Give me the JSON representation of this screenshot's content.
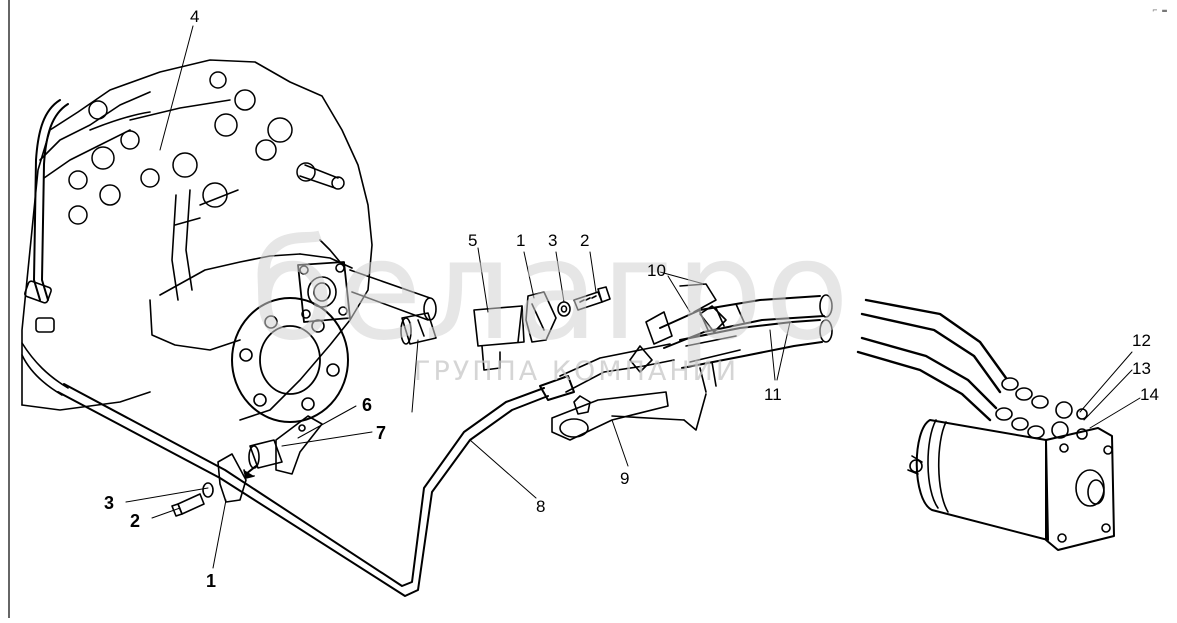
{
  "watermark": {
    "brand": "белагро",
    "subtitle": "ГРУППА КОМПАНИИ"
  },
  "corner_mark": "⌐ ▬",
  "callouts": [
    {
      "id": "4-top",
      "text": "4"
    },
    {
      "id": "5",
      "text": "5"
    },
    {
      "id": "1-mid",
      "text": "1"
    },
    {
      "id": "3-mid",
      "text": "3"
    },
    {
      "id": "2-mid",
      "text": "2"
    },
    {
      "id": "10",
      "text": "10"
    },
    {
      "id": "11",
      "text": "11"
    },
    {
      "id": "9",
      "text": "9"
    },
    {
      "id": "8",
      "text": "8"
    },
    {
      "id": "6",
      "text": "6"
    },
    {
      "id": "7",
      "text": "7"
    },
    {
      "id": "3-left",
      "text": "3"
    },
    {
      "id": "2-left",
      "text": "2"
    },
    {
      "id": "1-bottom",
      "text": "1"
    },
    {
      "id": "12",
      "text": "12"
    },
    {
      "id": "13",
      "text": "13"
    },
    {
      "id": "14",
      "text": "14"
    }
  ]
}
